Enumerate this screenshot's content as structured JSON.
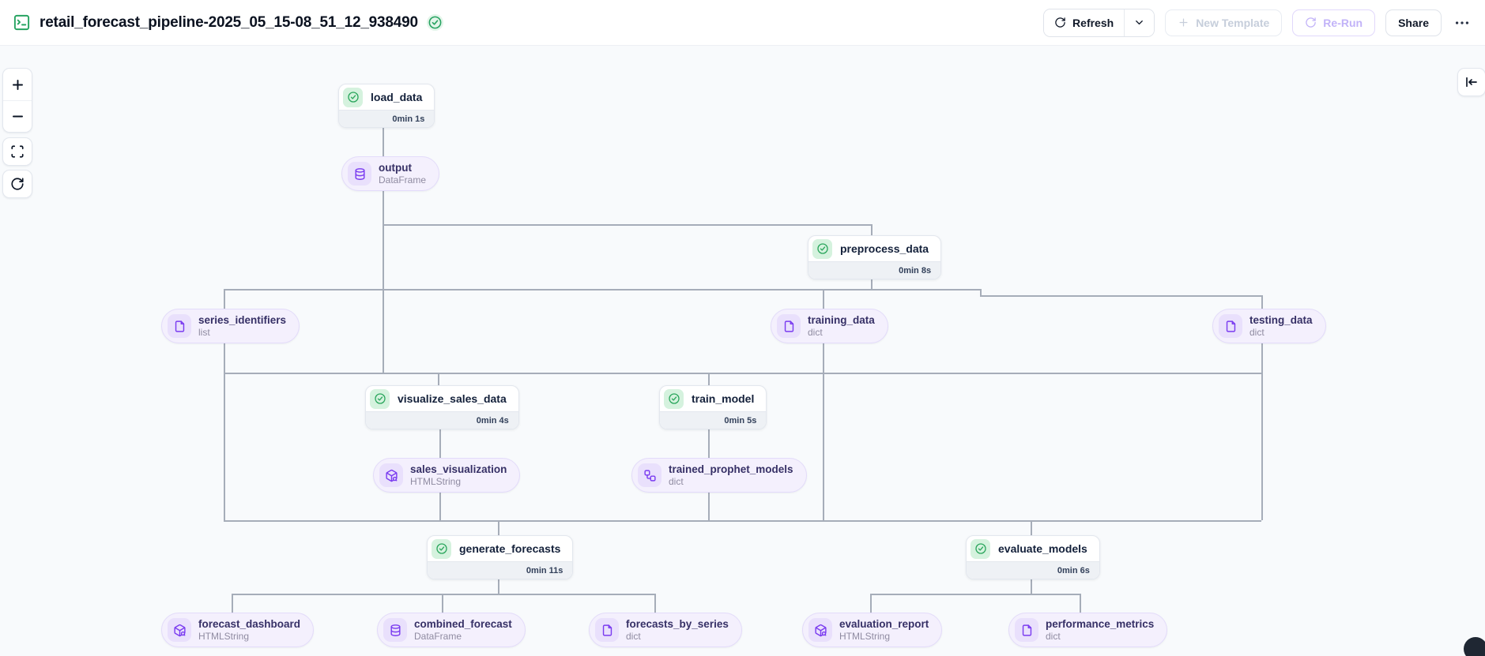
{
  "header": {
    "title": "retail_forecast_pipeline-2025_05_15-08_51_12_938490",
    "status_icon": "check-circle-icon",
    "refresh_label": "Refresh",
    "new_template_label": "New Template",
    "rerun_label": "Re-Run",
    "share_label": "Share"
  },
  "tasks": [
    {
      "label": "load_data",
      "duration": "0min 1s",
      "status": "succeeded",
      "icon": "check-circle-icon"
    },
    {
      "label": "preprocess_data",
      "duration": "0min 8s",
      "status": "succeeded",
      "icon": "check-circle-icon"
    },
    {
      "label": "visualize_sales_data",
      "duration": "0min 4s",
      "status": "succeeded",
      "icon": "check-circle-icon"
    },
    {
      "label": "train_model",
      "duration": "0min 5s",
      "status": "succeeded",
      "icon": "check-circle-icon"
    },
    {
      "label": "generate_forecasts",
      "duration": "0min 11s",
      "status": "succeeded",
      "icon": "check-circle-icon"
    },
    {
      "label": "evaluate_models",
      "duration": "0min 6s",
      "status": "succeeded",
      "icon": "check-circle-icon"
    }
  ],
  "artifacts": [
    {
      "label": "output",
      "type": "DataFrame",
      "icon": "database-icon"
    },
    {
      "label": "series_identifiers",
      "type": "list",
      "icon": "file-icon"
    },
    {
      "label": "training_data",
      "type": "dict",
      "icon": "file-icon"
    },
    {
      "label": "testing_data",
      "type": "dict",
      "icon": "file-icon"
    },
    {
      "label": "sales_visualization",
      "type": "HTMLString",
      "icon": "package-search-icon"
    },
    {
      "label": "trained_prophet_models",
      "type": "dict",
      "icon": "workflow-icon"
    },
    {
      "label": "forecast_dashboard",
      "type": "HTMLString",
      "icon": "package-search-icon"
    },
    {
      "label": "combined_forecast",
      "type": "DataFrame",
      "icon": "database-icon"
    },
    {
      "label": "forecasts_by_series",
      "type": "dict",
      "icon": "file-icon"
    },
    {
      "label": "evaluation_report",
      "type": "HTMLString",
      "icon": "package-search-icon"
    },
    {
      "label": "performance_metrics",
      "type": "dict",
      "icon": "file-icon"
    }
  ],
  "controls": {
    "zoom_in": "plus-icon",
    "zoom_out": "minus-icon",
    "fit_view": "fit-view-icon",
    "reset": "rotate-cw-icon",
    "collapse_panel": "collapse-left-icon"
  },
  "colors": {
    "accent_green": "#27a361",
    "accent_purple": "#7a3bf0",
    "canvas_bg": "#f8fafc",
    "edge": "#a6adb9",
    "pill_bg": "#f4f0fd",
    "pill_border": "#e3dbfa",
    "task_footer_bg": "#eef1f5",
    "disabled_purple_text": "#c2b3f8",
    "disabled_gray_text": "#c6cedb"
  }
}
